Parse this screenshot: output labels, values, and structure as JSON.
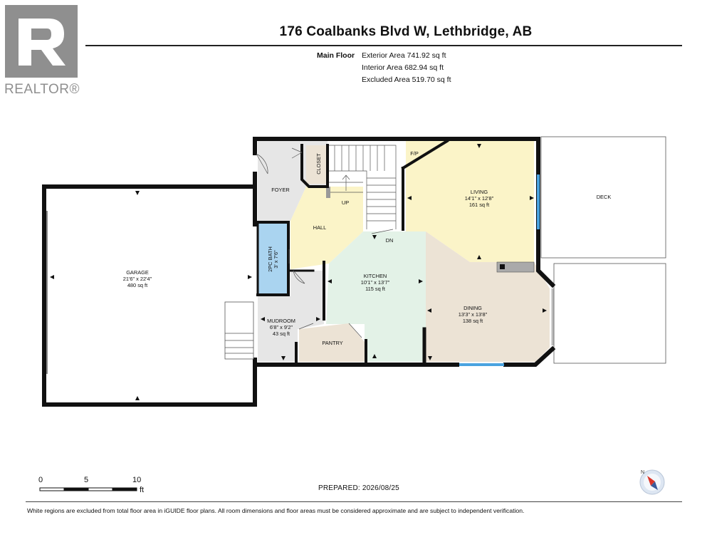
{
  "logo": {
    "icon": "realtor-r-icon",
    "text": "REALTOR®",
    "color": "#8f8f8f"
  },
  "header": {
    "address": "176 Coalbanks Blvd W, Lethbridge, AB",
    "floor_label": "Main Floor",
    "areas": [
      "Exterior Area 741.92 sq ft",
      "Interior Area 682.94 sq ft",
      "Excluded Area 519.70 sq ft"
    ]
  },
  "rooms": {
    "garage": {
      "name": "GARAGE",
      "dims": "21'6\" x 22'4\"",
      "area": "480 sq ft"
    },
    "foyer": {
      "name": "FOYER"
    },
    "closet": {
      "name": "CLOSET"
    },
    "hall": {
      "name": "HALL"
    },
    "up": {
      "name": "UP"
    },
    "dn": {
      "name": "DN"
    },
    "fp": {
      "name": "F/P"
    },
    "living": {
      "name": "LIVING",
      "dims": "14'1\" x 12'8\"",
      "area": "161 sq ft"
    },
    "deck": {
      "name": "DECK"
    },
    "bath": {
      "name": "2PC BATH",
      "dims": "3' x 7'6\""
    },
    "kitchen": {
      "name": "KITCHEN",
      "dims": "10'1\" x 13'7\"",
      "area": "115 sq ft"
    },
    "dining": {
      "name": "DINING",
      "dims": "13'3\" x 13'8\"",
      "area": "138 sq ft"
    },
    "mudroom": {
      "name": "MUDROOM",
      "dims": "6'8\" x 9'2\"",
      "area": "43 sq ft"
    },
    "pantry": {
      "name": "PANTRY"
    }
  },
  "colors": {
    "wall": "#111111",
    "foyer": "#e6e6e6",
    "hall": "#fbf4c8",
    "living": "#fbf4c8",
    "kitchen": "#e3f2e7",
    "dining": "#ece3d5",
    "bath": "#aad4f0",
    "mudroom": "#e6e6e6",
    "pantry": "#ece3d5",
    "window": "#4aa3e0"
  },
  "scale": {
    "ticks": [
      "0",
      "5",
      "10"
    ],
    "unit": "ft"
  },
  "prepared": "PREPARED: 2026/08/25",
  "compass": {
    "icon": "north-compass-icon",
    "label": "N"
  },
  "footer": "White regions are excluded from total floor area in iGUIDE floor plans. All room dimensions and floor areas must be considered approximate and are subject to independent verification."
}
